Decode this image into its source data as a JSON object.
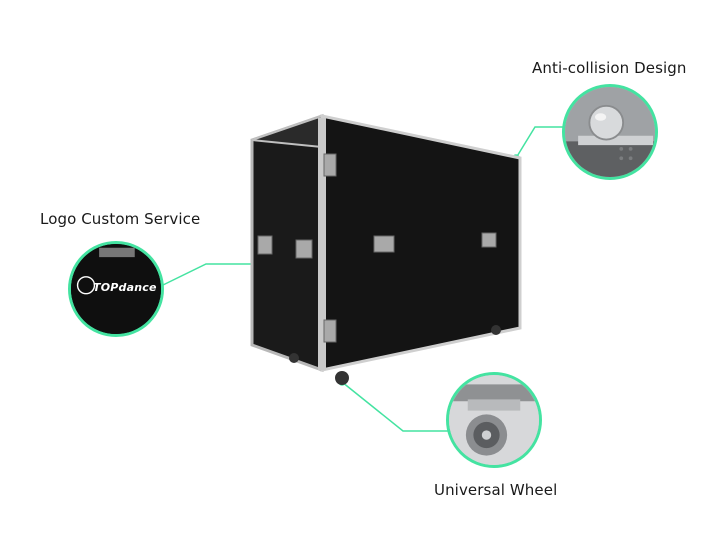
{
  "callouts": {
    "logo_label": "Logo Custom Service",
    "anti_label": "Anti-collision Design",
    "wheel_label": "Universal Wheel"
  },
  "logo": {
    "brand_text": "TOPdance"
  },
  "colors": {
    "accent": "#44e3a1",
    "case_body": "#141414",
    "trim": "#c8c8c8"
  }
}
